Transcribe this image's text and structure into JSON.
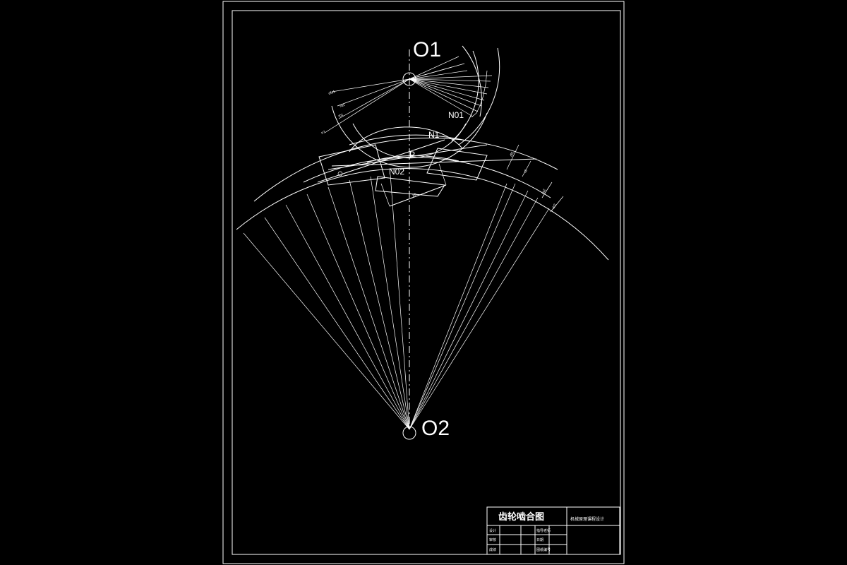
{
  "drawing": {
    "center_labels": {
      "o1": "O1",
      "o2": "O2"
    },
    "point_labels": {
      "n01": "N01",
      "n1": "N1",
      "p": "P",
      "n02": "N02"
    },
    "dimension_labels": {
      "d1": "dfa1",
      "d2": "ra1",
      "d3": "rb1",
      "d4": "rr1",
      "d5": "df2",
      "d6": "r2",
      "d7": "ra2",
      "d8": "rb2",
      "d9": "pb"
    },
    "colors": {
      "background": "#000000",
      "lines": "#ffffff"
    }
  },
  "title_block": {
    "title": "齿轮啮合图",
    "project": "机械原理课程设计",
    "rows": [
      {
        "left": "设计",
        "right": "指导老师"
      },
      {
        "left": "审核",
        "right": "日期"
      },
      {
        "left": "成绩",
        "right": "图纸编号"
      }
    ]
  }
}
